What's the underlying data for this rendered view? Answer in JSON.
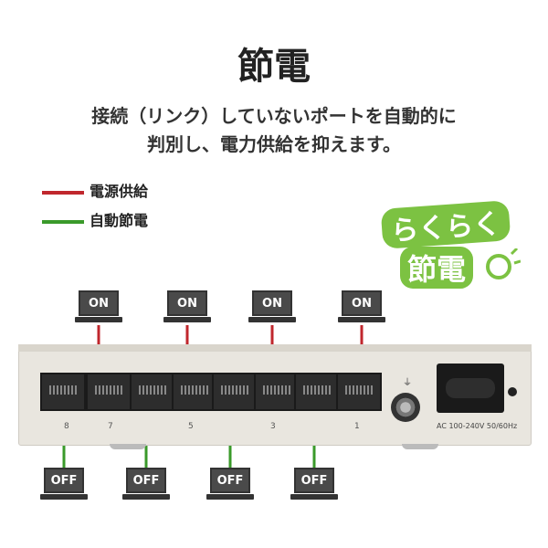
{
  "title": "節電",
  "description": [
    "接続（リンク）していないポートを自動的に",
    "判別し、電力供給を抑えます。"
  ],
  "legend": [
    {
      "label": "電源供給",
      "color": "#c0272d"
    },
    {
      "label": "自動節電",
      "color": "#3a9a2a"
    }
  ],
  "badge": {
    "line1": "らくらく",
    "line2": "節電"
  },
  "on_label": "ON",
  "off_label": "OFF",
  "port_numbers": [
    "8",
    "7",
    "5",
    "3",
    "1"
  ],
  "ac_label": "AC  100-240V  50/60Hz",
  "ground_symbol": "⏚"
}
